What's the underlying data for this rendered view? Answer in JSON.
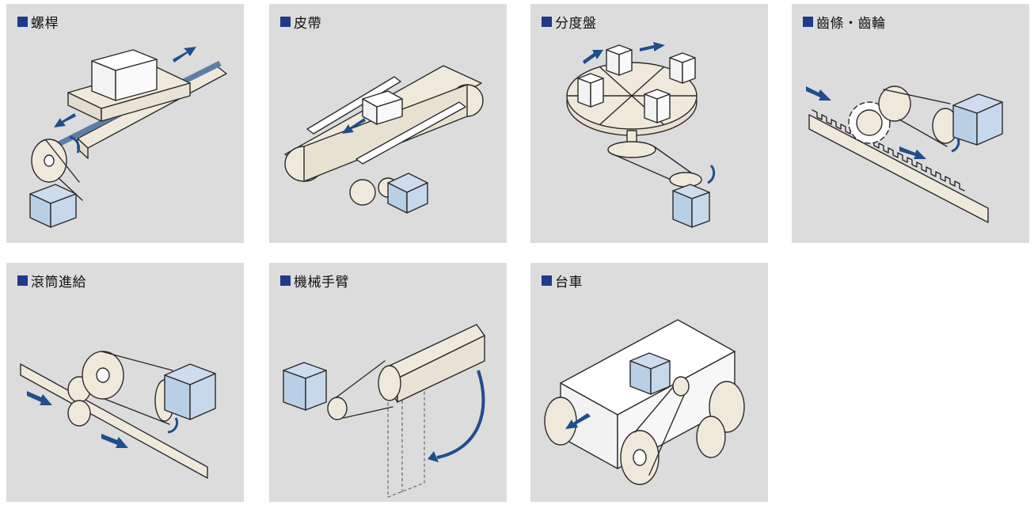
{
  "panels": [
    {
      "title": "螺桿"
    },
    {
      "title": "皮帶"
    },
    {
      "title": "分度盤"
    },
    {
      "title": "齒條・齒輪"
    },
    {
      "title": "滾筒進給"
    },
    {
      "title": "機械手臂"
    },
    {
      "title": "台車"
    }
  ],
  "colors": {
    "marker": "#1f3a8a",
    "arrow": "#1f4e8c",
    "panel_bg": "#dcdcdc",
    "part_fill": "#efe9dc",
    "motor_fill": "#b9cfe6"
  }
}
